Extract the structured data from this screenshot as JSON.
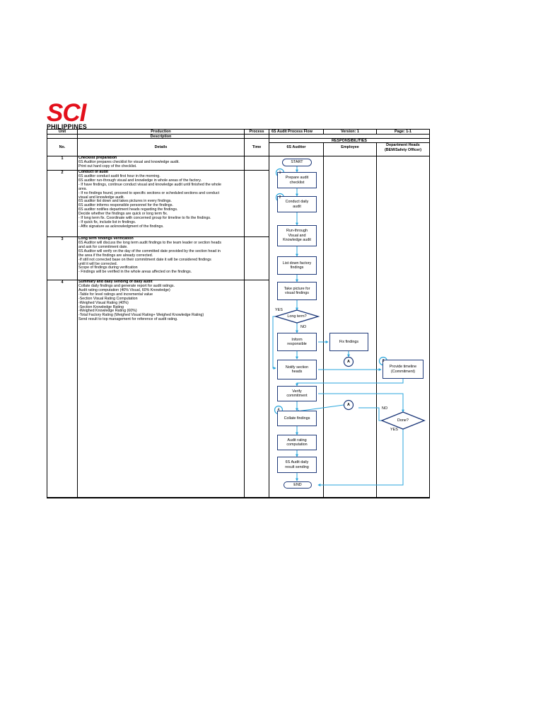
{
  "logo": {
    "brand": "SCI",
    "country": "PHILIPPINES"
  },
  "header": {
    "unit_label": "Unit",
    "production": "Production",
    "process_label": "Process",
    "process_value": "6S Audit Process Flow",
    "version": "Version: 1",
    "page": "Page: 1-1",
    "description": "Description",
    "responsibilities": "RESPONSIBILITIES"
  },
  "columns": {
    "no": "No.",
    "details": "Details",
    "time": "Time",
    "auditor": "6S Auditor",
    "employee": "Employee",
    "dept_heads_1": "Department Heads",
    "dept_heads_2": "(BEM/Safety Officer)"
  },
  "steps": [
    {
      "no": "1",
      "title": "Checklist preparation",
      "lines": [
        "6S Auditor prepares checklist for visual and knowledge audit.",
        "Print out hard copy of the checklist."
      ]
    },
    {
      "no": "2",
      "title": "Conduct of audit",
      "lines": [
        "6S auditor conduct audit first hour in the morning.",
        "6S auditor run-through visual and knowledge in whole areas of the factory.",
        "-    If have findings, continue conduct visual and knowledge audit until finished the whole",
        "area.",
        "-    If no findings found, proceed to specific sections or scheduled sections and conduct",
        "visual and knowledge audit.",
        "6S auditor list down and takes pictures in every findings.",
        "6S auditor informs responsible personnel for the findings.",
        "6S auditor notifies department heads regarding the findings.",
        "Decide whether the findings are quick or long term fix.",
        "-    If long term fix. Coordinate with concerned group for timeline to fix the findings.",
        "-    If quick fix, include list in findings.",
        "-    Affix signature as acknowledgment of the findings."
      ]
    },
    {
      "no": "3",
      "title": "Long term findings verification",
      "lines": [
        "6S Auditor will discuss the long term audit findings to the team leader or section heads",
        "and ask for commitment date.",
        "6S Auditor will verify on the day of the committed date provided by the section head in",
        "the area if the findings are already corrected.",
        "           -If still not corrected base on their commitment date it will be considered findings",
        "until it will be corrected.",
        " Scope of findings during verification",
        "-    Findings will be verified in the whole areas affected on the findings."
      ]
    },
    {
      "no": "4",
      "title": "Summary and daily sending of daily audit",
      "lines": [
        "Collate daily findings and generate report for audit ratings.",
        "Audit rating computation (40% Visual, 60% Knowledge)",
        "     -Table for level ratings and incremental value",
        "     -Section Visual Rating Computation",
        "     -Weighed Visual Rating (40%)",
        "     -Section Knowledge Rating",
        "     -Weighed Knowledge Rating (60%)",
        "     -Total Factory Rating (Weighed Visual Rating+ Weighed Knowledge Rating)",
        "Send result to top management for reference of audit rating."
      ]
    }
  ],
  "flow": {
    "start": "START",
    "end": "END",
    "prepare_1": "Prepare audit",
    "prepare_2": "checklist",
    "conduct_1": "Conduct daily",
    "conduct_2": "audit",
    "run_1": "Run-through",
    "run_2": "Visual and",
    "run_3": "Knowledge audit",
    "list_1": "List down factory",
    "list_2": "findings",
    "pic_1": "Take picture for",
    "pic_2": "visual findings",
    "long_term": "Long term?",
    "yes": "YES",
    "no": "NO",
    "inform_1": "Inform",
    "inform_2": "responsible",
    "fix": "Fix findings",
    "connector": "A",
    "notify_1": "Notify section",
    "notify_2": "heads",
    "timeline_1": "Provide timeline",
    "timeline_2": "(Commitment)",
    "verify_1": "Verify",
    "verify_2": "commitment",
    "done": "Done?",
    "collate": "Collate findings",
    "rating_1": "Audit rating",
    "rating_2": "computation",
    "send_1": "6S Audit daily",
    "send_2": "result sending",
    "n1": "1",
    "n2": "2",
    "n3": "3",
    "n4": "4"
  },
  "colors": {
    "brand_red": "#e3101b",
    "flow_blue": "#1f3a7a",
    "arrow_cyan": "#2aa6dc"
  }
}
